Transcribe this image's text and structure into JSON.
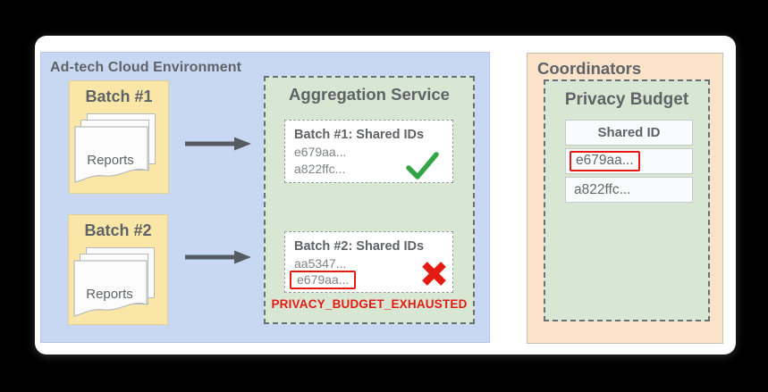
{
  "colors": {
    "adtech_bg": "#c8d7f2",
    "batch_bg": "#fae7a8",
    "aggregation_bg": "#d8e7d3",
    "coordinators_bg": "#fae3c8",
    "heading_gray": "#5f6368",
    "id_gray": "#7e8388",
    "error_red": "#e31b12",
    "check_green": "#34a546",
    "arrow_gray": "#565b61"
  },
  "adtech": {
    "title": "Ad-tech Cloud Environment",
    "batches": [
      {
        "label": "Batch #1",
        "doc_label": "Reports",
        "icon": "report-stack-icon"
      },
      {
        "label": "Batch #2",
        "doc_label": "Reports",
        "icon": "report-stack-icon"
      }
    ],
    "aggregation": {
      "title": "Aggregation Service",
      "results": [
        {
          "title": "Batch #1: Shared IDs",
          "id1": "e679aa...",
          "id2": "a822ffc...",
          "status_icon": "checkmark-icon",
          "status": "success"
        },
        {
          "title": "Batch #2: Shared IDs",
          "id1": "aa5347...",
          "id2": "e679aa...",
          "id2_flagged": true,
          "status_icon": "x-icon",
          "status": "rejected"
        }
      ],
      "error_label": "PRIVACY_BUDGET_EXHAUSTED"
    }
  },
  "coordinators": {
    "title": "Coordinators",
    "privacy_budget": {
      "title": "Privacy Budget",
      "table": {
        "header": "Shared ID",
        "rows": [
          {
            "value": "e679aa...",
            "highlighted": true
          },
          {
            "value": "a822ffc...",
            "highlighted": false
          }
        ]
      }
    }
  }
}
